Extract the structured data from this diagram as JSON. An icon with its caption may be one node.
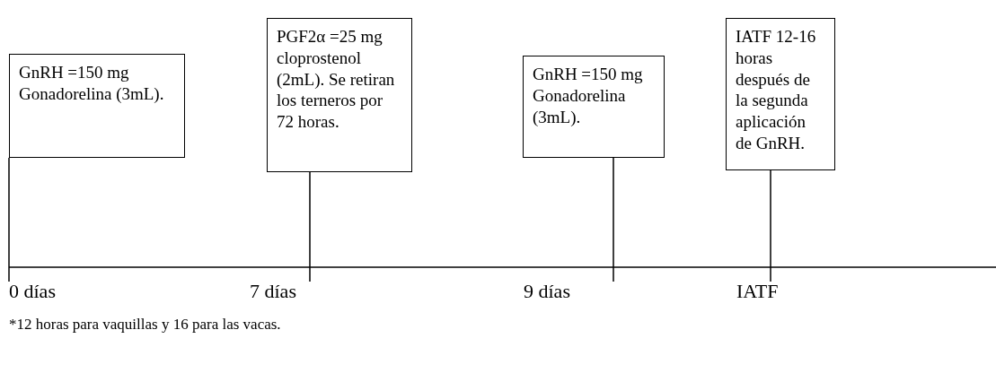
{
  "diagram": {
    "nodes": [
      {
        "text": [
          "GnRH =150 mg Gonadorelina (3mL)."
        ]
      },
      {
        "text": [
          "PGF2α =25 mg cloprostenol (2mL). Se retiran los terneros por 72 horas."
        ]
      },
      {
        "text": [
          "GnRH =150 mg Gonadorelina (3mL)."
        ]
      },
      {
        "text": [
          "IATF 12-16 horas después de la segunda aplicación de GnRH."
        ]
      },
      {
        "text": [
          "0 días"
        ]
      },
      {
        "text": [
          "7 días"
        ]
      },
      {
        "text": [
          "9 días"
        ]
      },
      {
        "text": [
          "IATF"
        ]
      }
    ],
    "edges": [
      {
        "from": 0,
        "to": 4,
        "arrow": "none"
      },
      {
        "from": 1,
        "to": 5,
        "arrow": "none"
      },
      {
        "from": 2,
        "to": 6,
        "arrow": "none"
      },
      {
        "from": 3,
        "to": 7,
        "arrow": "none"
      }
    ],
    "labels": [
      "*12 horas para vaquillas y 16 para las vacas."
    ]
  }
}
